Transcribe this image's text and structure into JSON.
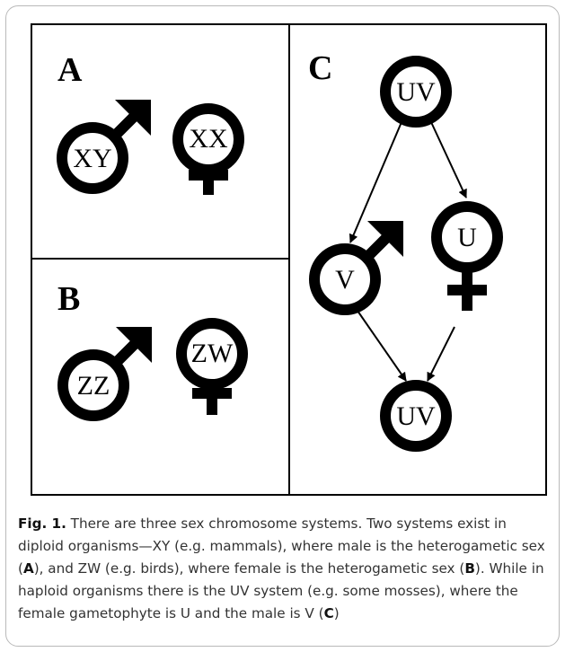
{
  "figure": {
    "panels": [
      {
        "letter": "A",
        "male_label": "XY",
        "female_label": "XX"
      },
      {
        "letter": "B",
        "male_label": "ZZ",
        "female_label": "ZW"
      },
      {
        "letter": "C",
        "top_label": "UV",
        "male_label": "V",
        "female_label": "U",
        "bottom_label": "UV"
      }
    ]
  },
  "caption": {
    "label": "Fig. 1.",
    "part1": " There are three sex chromosome systems. Two systems exist in diploid organisms—XY (e.g. mammals), where male is the heterogametic sex (",
    "ref_a": "A",
    "part2": "), and ZW (e.g. birds), where female is the heterogametic sex (",
    "ref_b": "B",
    "part3": "). While in haploid organisms there is the UV system (e.g. some mosses), where the female gametophyte is U and the male is V (",
    "ref_c": "C",
    "part4": ")"
  }
}
